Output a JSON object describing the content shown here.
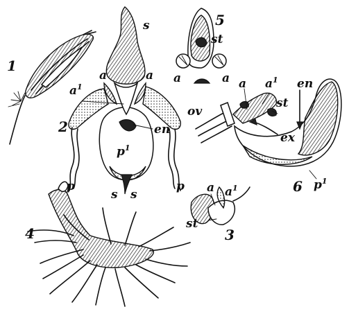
{
  "figures": [
    {
      "number": "1"
    },
    {
      "number": "2",
      "labels": [
        "s",
        "a",
        "a",
        "a1",
        "en",
        "p1",
        "p",
        "p",
        "s",
        "s"
      ]
    },
    {
      "number": "3",
      "labels": [
        "a",
        "a1",
        "st"
      ]
    },
    {
      "number": "4"
    },
    {
      "number": "5",
      "labels": [
        "st",
        "a",
        "a"
      ]
    },
    {
      "number": "6",
      "labels": [
        "ov",
        "a",
        "a1",
        "en",
        "st",
        "ex",
        "p1"
      ]
    }
  ],
  "fig1": {
    "num": "1"
  },
  "fig2": {
    "num": "2",
    "s_top": "s",
    "a_left": "a",
    "a_right": "a",
    "a1": "a",
    "a1_sup": "1",
    "en": "en",
    "p1": "p",
    "p1_sup": "1",
    "p_left": "p",
    "p_right": "p",
    "s_bottom_left": "s",
    "s_bottom_right": "s"
  },
  "fig3": {
    "num": "3",
    "a": "a",
    "a1": "a",
    "a1_sup": "1",
    "st": "st"
  },
  "fig4": {
    "num": "4"
  },
  "fig5": {
    "num": "5",
    "st": "st",
    "a_left": "a",
    "a_right": "a"
  },
  "fig6": {
    "num": "6",
    "ov": "ov",
    "a": "a",
    "a1": "a",
    "a1_sup": "1",
    "en": "en",
    "st": "st",
    "ex": "ex",
    "p1": "p",
    "p1_sup": "1"
  }
}
